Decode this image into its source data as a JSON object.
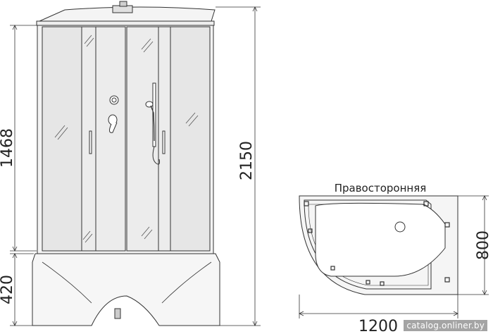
{
  "front_view": {
    "dim_upper_height": "1468",
    "dim_base_height": "420",
    "dim_total_height": "2150"
  },
  "plan_view": {
    "title": "Правосторонняя",
    "dim_width": "1200",
    "dim_depth": "800"
  },
  "watermark": "catalog.onliner.by",
  "colors": {
    "line": "#333333",
    "glass": "#e9e9e9",
    "panel": "#f7f7f7"
  }
}
